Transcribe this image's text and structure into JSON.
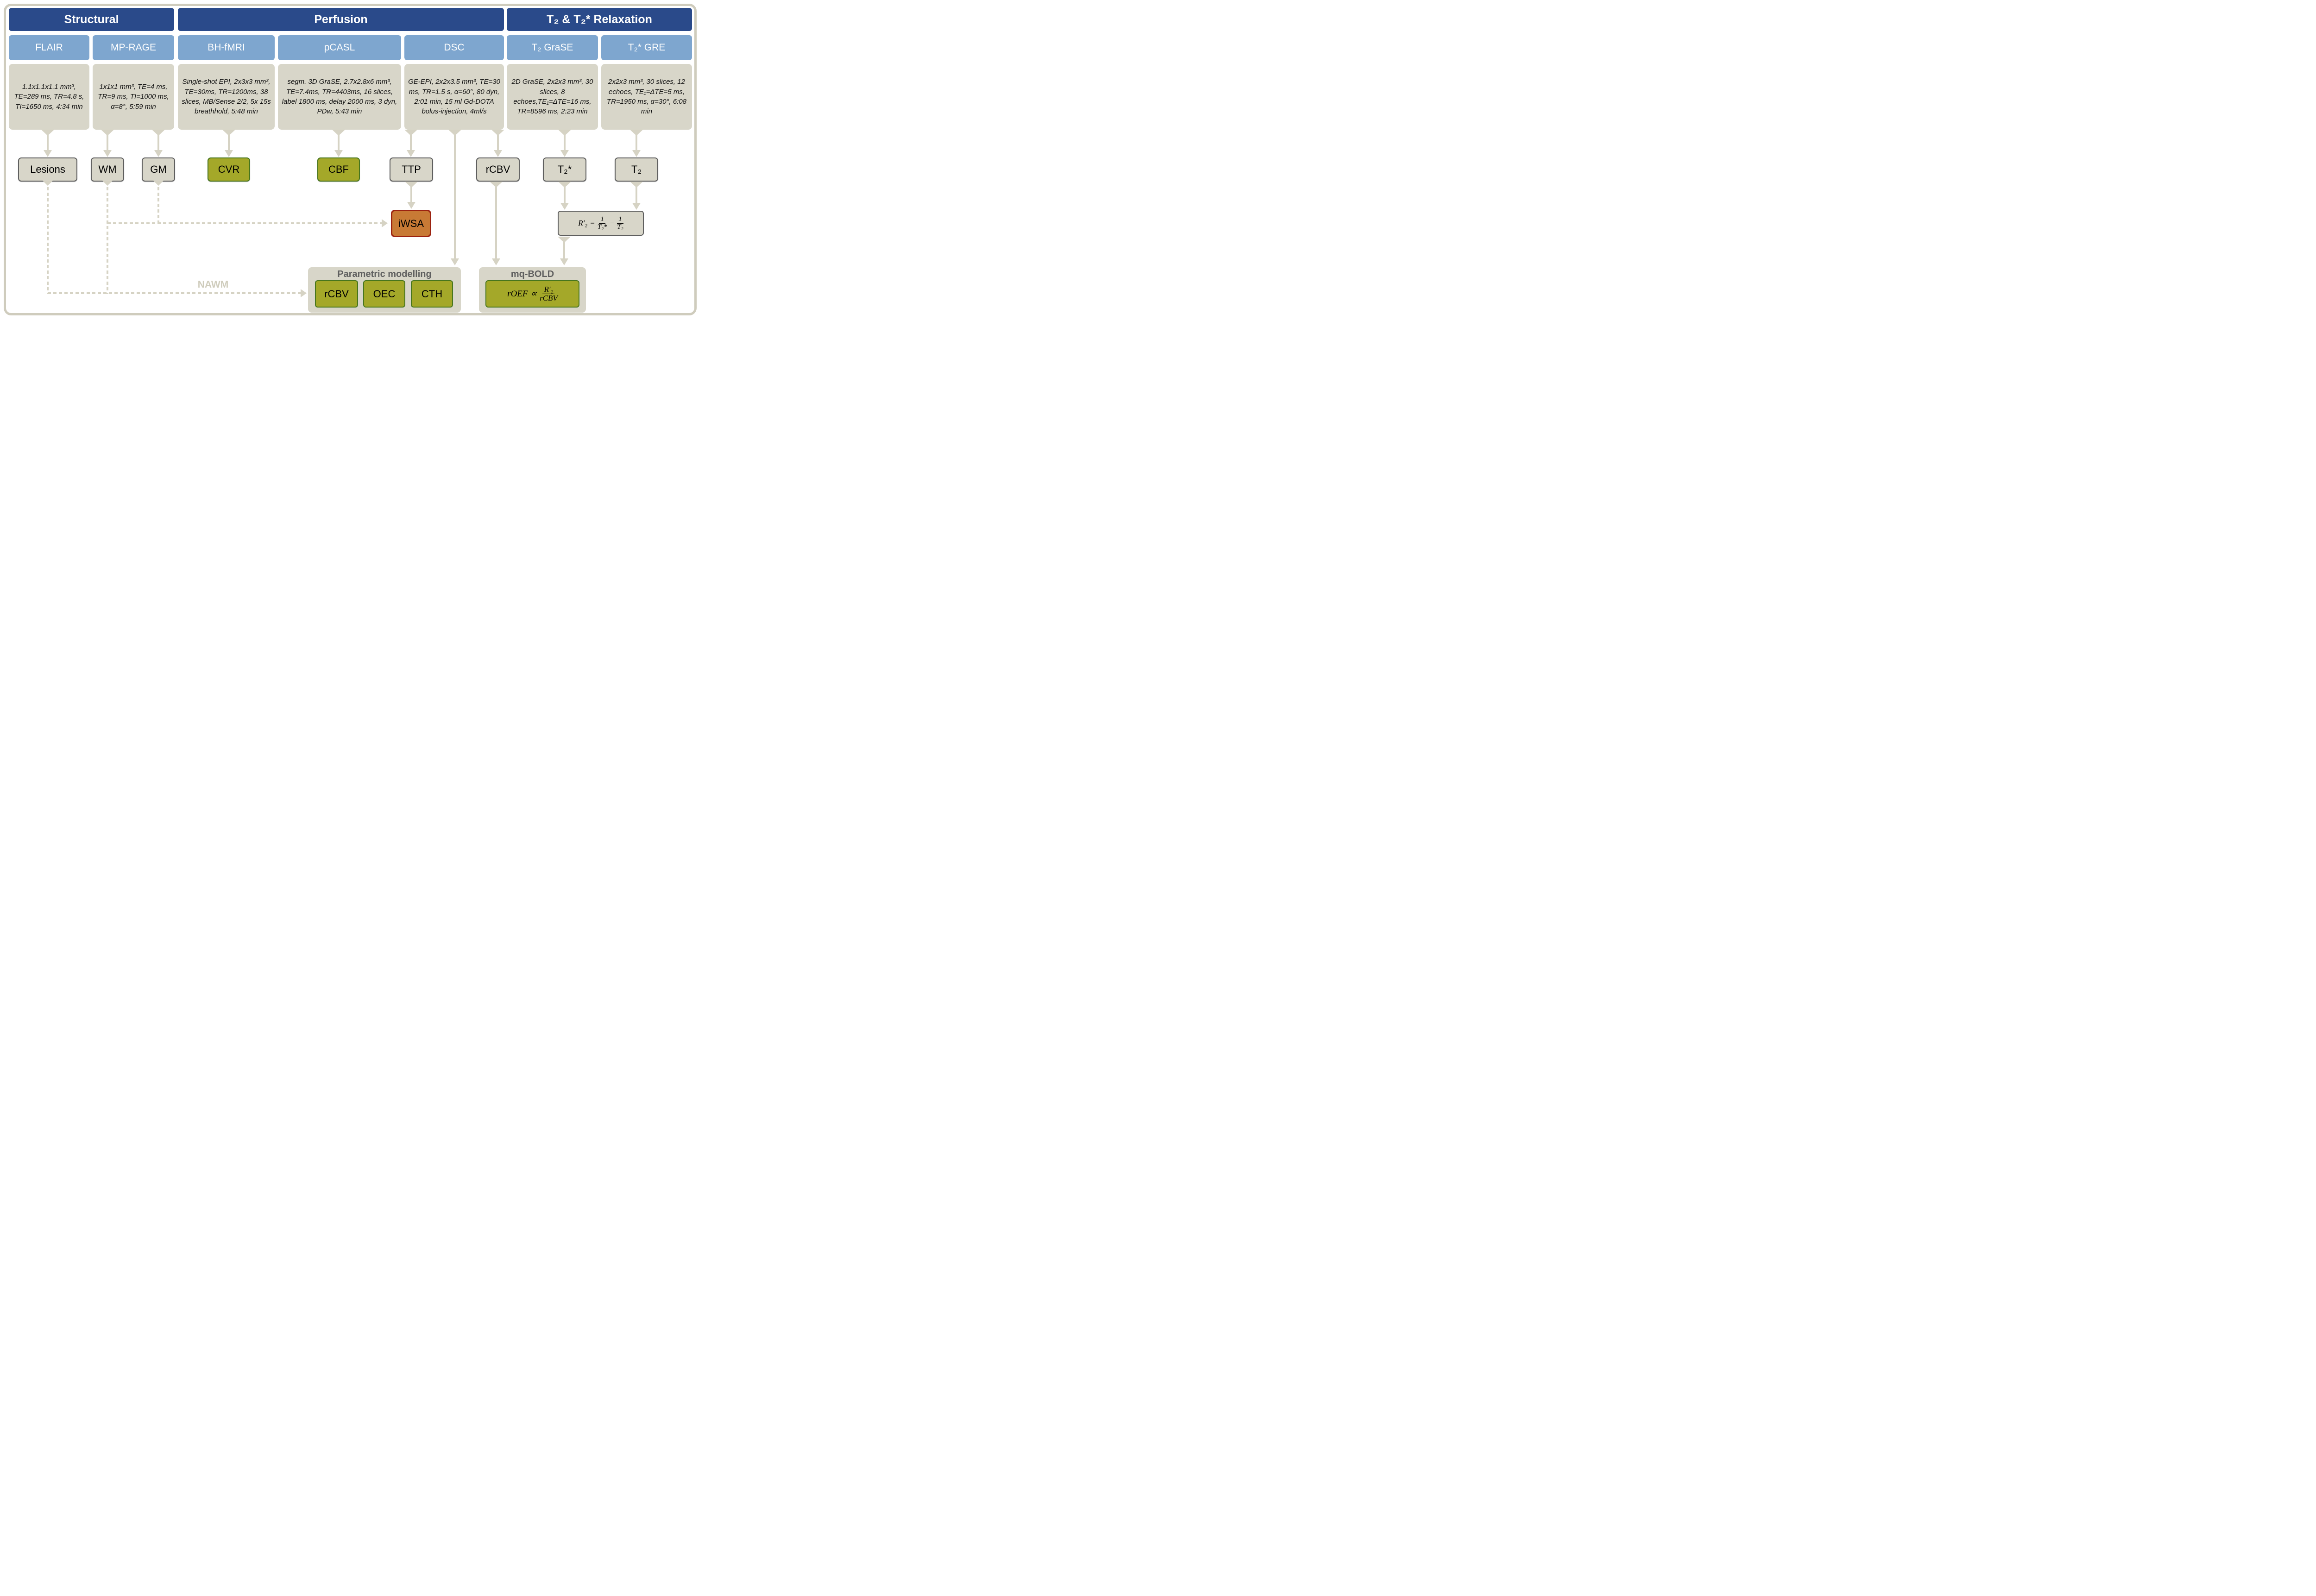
{
  "headers": {
    "structural": "Structural",
    "perfusion": "Perfusion",
    "relaxation": "T₂ & T₂* Relaxation"
  },
  "sequences": [
    {
      "name": "FLAIR",
      "params": "1.1x1.1x1.1 mm³, TE=289 ms, TR=4.8 s, TI=1650 ms, 4:34 min"
    },
    {
      "name": "MP-RAGE",
      "params": "1x1x1 mm³, TE=4 ms, TR=9 ms, TI=1000 ms, α=8°, 5:59 min"
    },
    {
      "name": "BH-fMRI",
      "params": "Single-shot EPI, 2x3x3 mm³, TE=30ms, TR=1200ms, 38 slices, MB/Sense 2/2, 5x 15s breathhold, 5:48 min"
    },
    {
      "name": "pCASL",
      "params": "segm. 3D GraSE, 2.7x2.8x6 mm³, TE=7.4ms, TR=4403ms, 16 slices, label 1800 ms, delay 2000 ms, 3 dyn, PDw, 5:43 min"
    },
    {
      "name": "DSC",
      "params": "GE-EPI, 2x2x3.5 mm³, TE=30 ms, TR=1.5 s, α=60°, 80 dyn, 2:01 min, 15 ml Gd-DOTA bolus-injection, 4ml/s"
    },
    {
      "name": "T₂ GraSE",
      "params": "2D GraSE, 2x2x3 mm³, 30 slices, 8 echoes,TE₁=ΔTE=16 ms, TR=8596 ms, 2:23 min"
    },
    {
      "name": "T₂* GRE",
      "params": "2x2x3 mm³, 30 slices, 12 echoes, TE₁=ΔTE=5 ms, TR=1950 ms, α=30°, 6:08 min"
    }
  ],
  "maps": {
    "lesions": "Lesions",
    "wm": "WM",
    "gm": "GM",
    "cvr": "CVR",
    "cbf": "CBF",
    "ttp": "TTP",
    "rcbv": "rCBV",
    "t2star": "T₂*",
    "t2": "T₂"
  },
  "iwsa_label": "iWSA",
  "nawm_label": "NAWM",
  "r2prime_equation": {
    "lhs": "R′₂",
    "equals": "=",
    "num1": "1",
    "den1": "T₂*",
    "minus": "−",
    "num2": "1",
    "den2": "T₂"
  },
  "parametric_modelling": {
    "title": "Parametric modelling",
    "outputs": [
      "rCBV",
      "OEC",
      "CTH"
    ]
  },
  "mq_bold": {
    "title": "mq-BOLD",
    "equation": {
      "lhs": "rOEF",
      "propto": "∝",
      "num": "R′₂",
      "den": "rCBV"
    }
  },
  "colors": {
    "header_blue": "#2a4a8a",
    "subheader_blue": "#7ea6cf",
    "box_beige": "#d8d6c9",
    "map_border_grey": "#5f5f5f",
    "green_fill": "#a4a829",
    "green_border": "#47761d",
    "orange_fill": "#c87a35",
    "orange_border": "#9b2210",
    "arrow_beige": "#d6d3c4",
    "frame_beige": "#cfccbd",
    "panel_title_grey": "#5f5f5f"
  }
}
